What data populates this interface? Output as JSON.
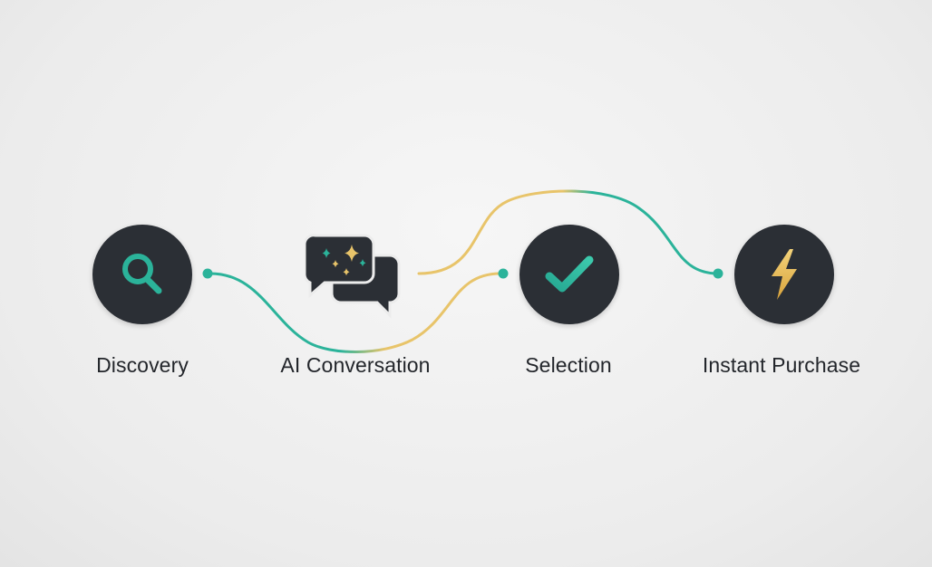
{
  "steps": [
    {
      "label": "Discovery",
      "icon": "search-icon"
    },
    {
      "label": "AI Conversation",
      "icon": "chat-sparkle-icon"
    },
    {
      "label": "Selection",
      "icon": "checkmark-icon"
    },
    {
      "label": "Instant Purchase",
      "icon": "lightning-icon"
    }
  ],
  "colors": {
    "node_fill": "#2b2f35",
    "teal": "#2bb39a",
    "gold": "#e8c46a",
    "label_text": "#23262b",
    "background": "#ececec"
  }
}
